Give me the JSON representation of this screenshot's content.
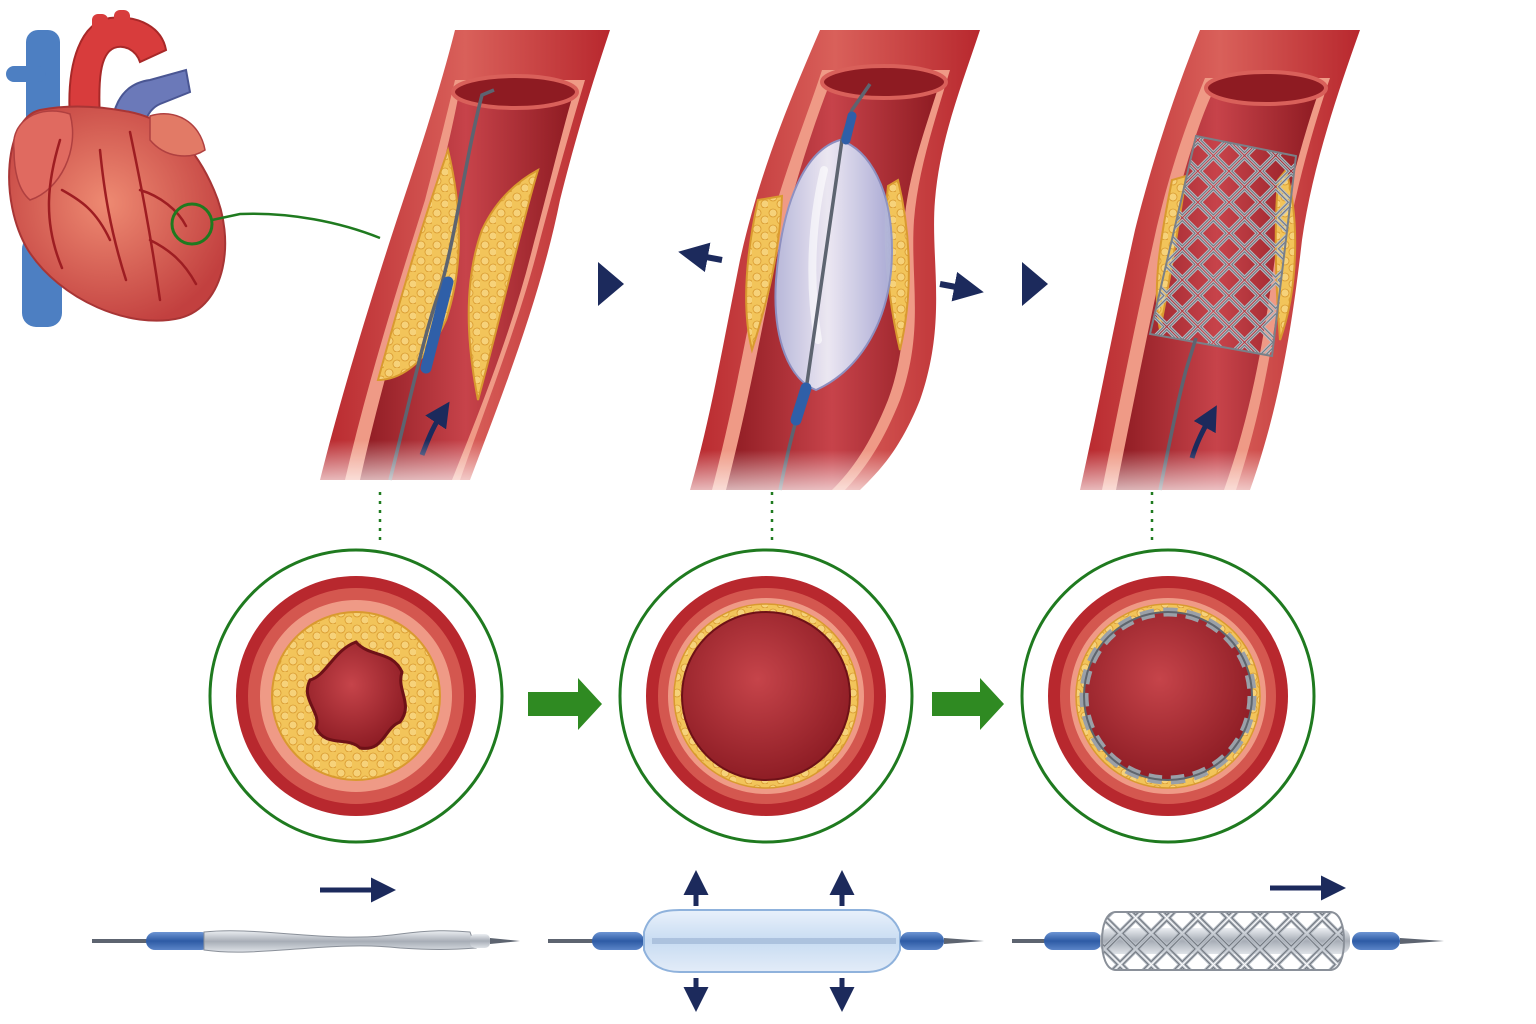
{
  "colors": {
    "artery_outer": "#b8282e",
    "artery_wall": "#d4574f",
    "artery_intima": "#ef9a86",
    "lumen": "#a8222a",
    "lumen_light": "#c7434a",
    "plaque": "#f2c45a",
    "plaque_dark": "#d99a2f",
    "callout_green": "#1f7a1f",
    "transition_arrow": "#2f8a22",
    "flow_arrow": "#1c2a5c",
    "catheter_blue": "#2f5fa8",
    "guidewire": "#5d6470",
    "metal": "#9aa0a8",
    "balloon": "#cdd3ee",
    "vein_blue": "#4d7fc2",
    "heart_red": "#d24a4a"
  },
  "stages": [
    {
      "id": "plaque-narrowed",
      "device": "guidewire-catheter"
    },
    {
      "id": "balloon-inflated",
      "device": "balloon-catheter"
    },
    {
      "id": "stent-deployed",
      "device": "stent-on-catheter"
    }
  ],
  "icons": [
    "heart-illustration",
    "magnifier-circle-icon",
    "chevron-right-icon",
    "expansion-arrow-icon",
    "green-arrow-right-icon",
    "flow-arrow-icon"
  ]
}
